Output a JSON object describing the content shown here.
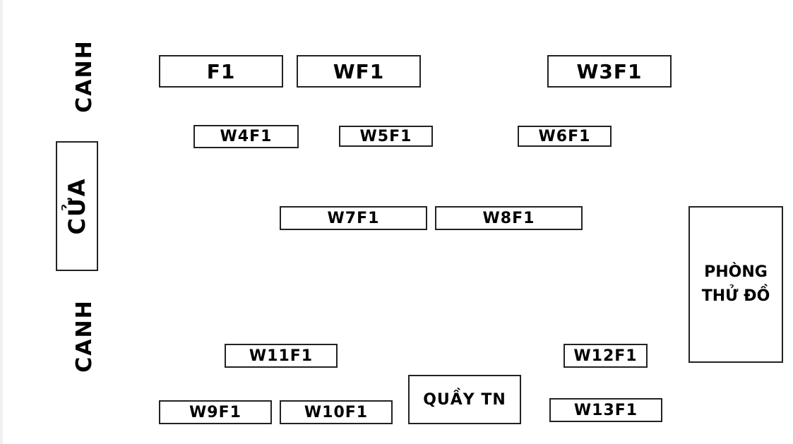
{
  "side_labels": {
    "top_left": "CANH",
    "bottom_left": "CANH",
    "door": "CỬA"
  },
  "tables": {
    "f1": "F1",
    "wf1": "WF1",
    "w3f1": "W3F1",
    "w4f1": "W4F1",
    "w5f1": "W5F1",
    "w6f1": "W6F1",
    "w7f1": "W7F1",
    "w8f1": "W8F1",
    "w9f1": "W9F1",
    "w10f1": "W10F1",
    "w11f1": "W11F1",
    "w12f1": "W12F1",
    "w13f1": "W13F1"
  },
  "counter": "QUẦY TN",
  "fitting_room": {
    "line1": "PHÒNG",
    "line2": "THỬ ĐỒ"
  }
}
